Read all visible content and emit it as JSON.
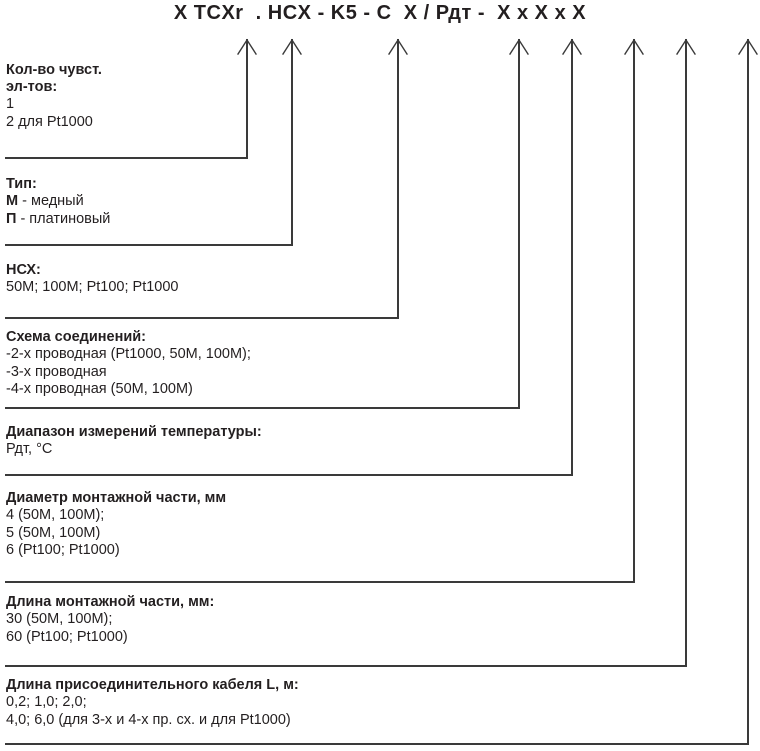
{
  "formula": {
    "text": "X TCXr  . HCX - K5 - C  X / Рдт -  X x X x X"
  },
  "blocks": [
    {
      "name": "sensing-elements-count",
      "title": "Кол-во чувст.\nэл-тов:",
      "lines": [
        "1",
        "2 для Pt1000"
      ]
    },
    {
      "name": "type",
      "title": "Тип:",
      "lines": [
        "М - медный",
        "П - платиновый"
      ],
      "bold_prefix": [
        "М",
        "П"
      ]
    },
    {
      "name": "nominal-static-characteristic",
      "title": "НСХ:",
      "lines": [
        "50М; 100М; Pt100; Pt1000"
      ]
    },
    {
      "name": "connection-scheme",
      "title": "Схема соединений:",
      "lines": [
        "-2-х проводная (Pt1000, 50М, 100М);",
        "-3-х проводная",
        "-4-х проводная (50М, 100М)"
      ]
    },
    {
      "name": "temperature-measurement-range",
      "title": "Диапазон измерений температуры:",
      "lines": [
        "Рдт, °С"
      ]
    },
    {
      "name": "mounting-part-diameter",
      "title": "Диаметр монтажной части, мм",
      "lines": [
        "4 (50М, 100М);",
        "5 (50М, 100М)",
        "6 (Pt100; Pt1000)"
      ]
    },
    {
      "name": "mounting-part-length",
      "title": "Длина монтажной части, мм:",
      "lines": [
        "30 (50М, 100М);",
        "60 (Pt100; Pt1000)"
      ]
    },
    {
      "name": "connection-cable-length",
      "title": "Длина присоединительного кабеля L, м:",
      "lines": [
        "0,2; 1,0; 2,0;",
        "4,0; 6,0 (для 3-х и 4-х пр. сх. и для Pt1000)"
      ]
    }
  ],
  "colors": {
    "ink": "#231f20",
    "background": "#ffffff",
    "leader": "#3a3a3a"
  }
}
